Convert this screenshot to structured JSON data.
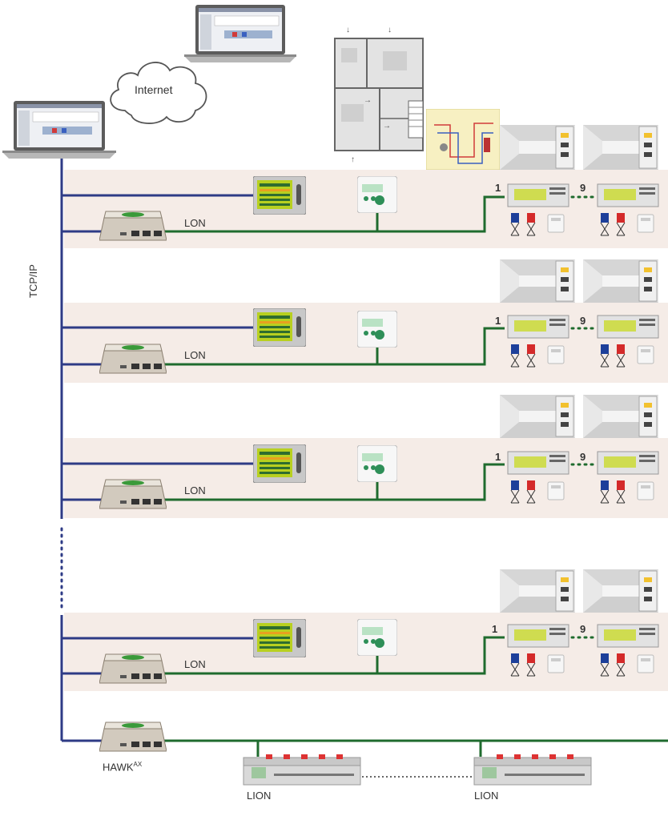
{
  "labels": {
    "internet": "Internet",
    "tcpip": "TCP/IP",
    "lon": "LON",
    "hawk": "HAWK",
    "hawk_sup": "AX",
    "lion": "LION",
    "first_index": "1",
    "last_index": "9"
  },
  "colors": {
    "tcpip_line": "#2e3b86",
    "lon_line": "#1f6b2e",
    "band": "#f5ece7",
    "touchscreen": "#b8d020",
    "controller": "#cfdc50",
    "valve_blue": "#1d3f9a",
    "valve_red": "#d42a2a"
  },
  "floors": [
    {
      "lon_label": "LON",
      "first": "1",
      "last": "9"
    },
    {
      "lon_label": "LON",
      "first": "1",
      "last": "9"
    },
    {
      "lon_label": "LON",
      "first": "1",
      "last": "9"
    },
    {
      "lon_label": "LON",
      "first": "1",
      "last": "9"
    }
  ],
  "lion_modules": [
    {
      "label": "LION"
    },
    {
      "label": "LION"
    }
  ]
}
